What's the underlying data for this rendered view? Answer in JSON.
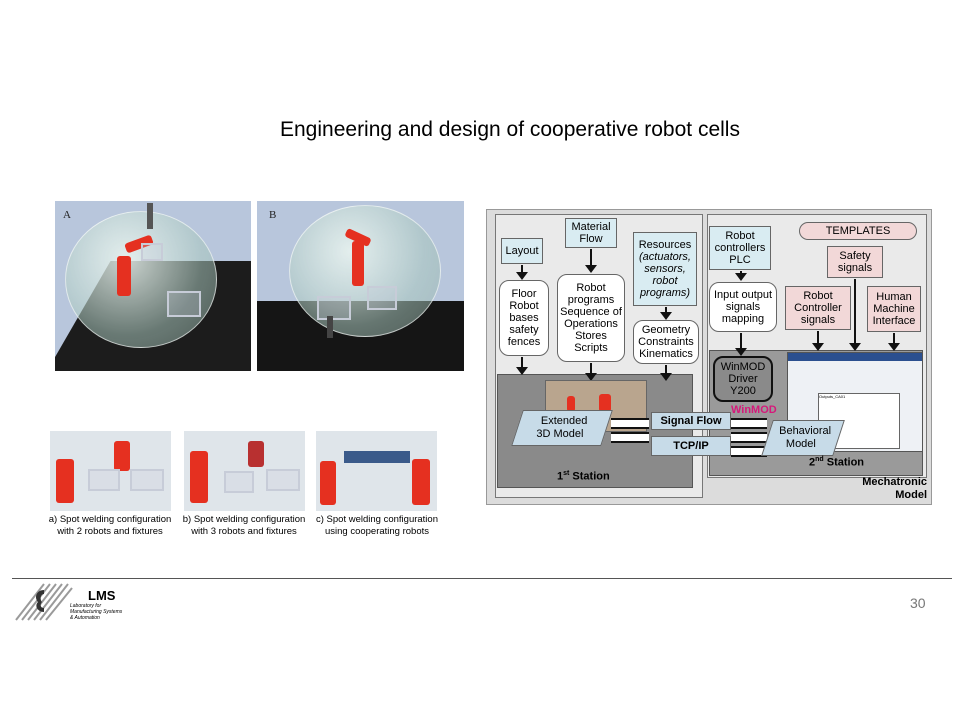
{
  "slide": {
    "title": "Engineering and design of cooperative robot cells",
    "page_number": "30"
  },
  "images": {
    "a_label": "A",
    "b_label": "B",
    "captions": [
      {
        "line1": "a) Spot welding configuration",
        "line2": "with 2 robots and fixtures"
      },
      {
        "line1": "b) Spot welding configuration",
        "line2": "with 3 robots and fixtures"
      },
      {
        "line1": "c) Spot welding configuration",
        "line2": "using cooperating robots"
      }
    ]
  },
  "diagram": {
    "layout": "Layout",
    "material_flow": [
      "Material",
      "Flow"
    ],
    "resources": [
      "Resources",
      "(actuators,",
      "sensors,",
      "robot",
      "programs)"
    ],
    "floor_box": [
      "Floor",
      "Robot",
      "bases",
      "safety",
      "fences"
    ],
    "robot_programs": [
      "Robot",
      "programs",
      "Sequence of",
      "Operations",
      "Stores",
      "Scripts"
    ],
    "geometry": [
      "Geometry",
      "Constraints",
      "Kinematics"
    ],
    "robot_controllers": [
      "Robot",
      "controllers",
      "PLC"
    ],
    "templates": "TEMPLATES",
    "safety_signals": [
      "Safety",
      "signals"
    ],
    "io_mapping": [
      "Input output",
      "signals",
      "mapping"
    ],
    "rc_signals": [
      "Robot",
      "Controller",
      "signals"
    ],
    "hmi": [
      "Human",
      "Machine",
      "Interface"
    ],
    "winmod_driver": [
      "WinMOD",
      "Driver",
      "Y200"
    ],
    "extended_model": [
      "Extended",
      "3D Model"
    ],
    "signal_flow": "Signal Flow",
    "tcp_ip": "TCP/IP",
    "winmod": "WinMOD",
    "behavioral_model": [
      "Behavioral",
      "Model"
    ],
    "station1": "1",
    "station1_sup": "st",
    "station1_rest": " Station",
    "station2": "2",
    "station2_sup": "nd",
    "station2_rest": " Station",
    "mechatronic": [
      "Mechatronic",
      "Model"
    ],
    "screen_title": "Outputs_CA01"
  },
  "footer": {
    "logo": "LMS",
    "logo_sub": [
      "Laboratory for",
      "Manufacturing Systems",
      "& Automation"
    ]
  },
  "colors": {
    "robot": "#e53020",
    "blue_box": "#d9ecf2",
    "pink_box": "#f2d8d8",
    "winmod": "#d6187a"
  }
}
